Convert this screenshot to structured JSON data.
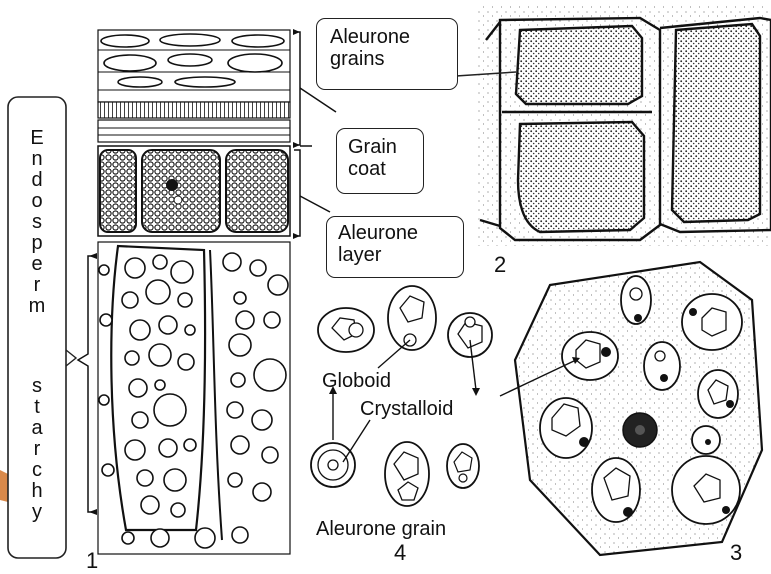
{
  "labels": {
    "aleurone_grains_line1": "Aleurone",
    "aleurone_grains_line2": "grains",
    "grain_coat_line1": "Grain",
    "grain_coat_line2": "coat",
    "aleurone_layer_line1": "Aleurone",
    "aleurone_layer_line2": "layer",
    "globoid": "Globoid",
    "crystalloid": "Crystalloid",
    "aleurone_grain": "Aleurone grain",
    "endosperm_letters": [
      "E",
      "n",
      "d",
      "o",
      "s",
      "p",
      "e",
      "r",
      "m"
    ],
    "starchy_letters": [
      "s",
      "t",
      "a",
      "r",
      "c",
      "h",
      "y"
    ]
  },
  "panel_numbers": {
    "p1": "1",
    "p2": "2",
    "p3": "3",
    "p4": "4"
  }
}
